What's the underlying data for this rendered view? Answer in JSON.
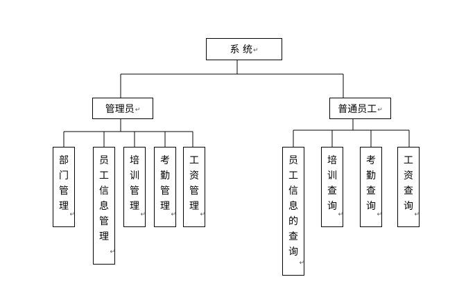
{
  "root": {
    "label": "系 统"
  },
  "branches": [
    {
      "key": "admin",
      "label": "管理员",
      "children": [
        "部门管理",
        "员工信息管理",
        "培训管理",
        "考勤管理",
        "工资管理"
      ]
    },
    {
      "key": "staff",
      "label": "普通员工",
      "children": [
        "员工信息的查询",
        "培训查询",
        "考勤查询",
        "工资查询"
      ]
    }
  ],
  "paragraph_mark": "↵"
}
